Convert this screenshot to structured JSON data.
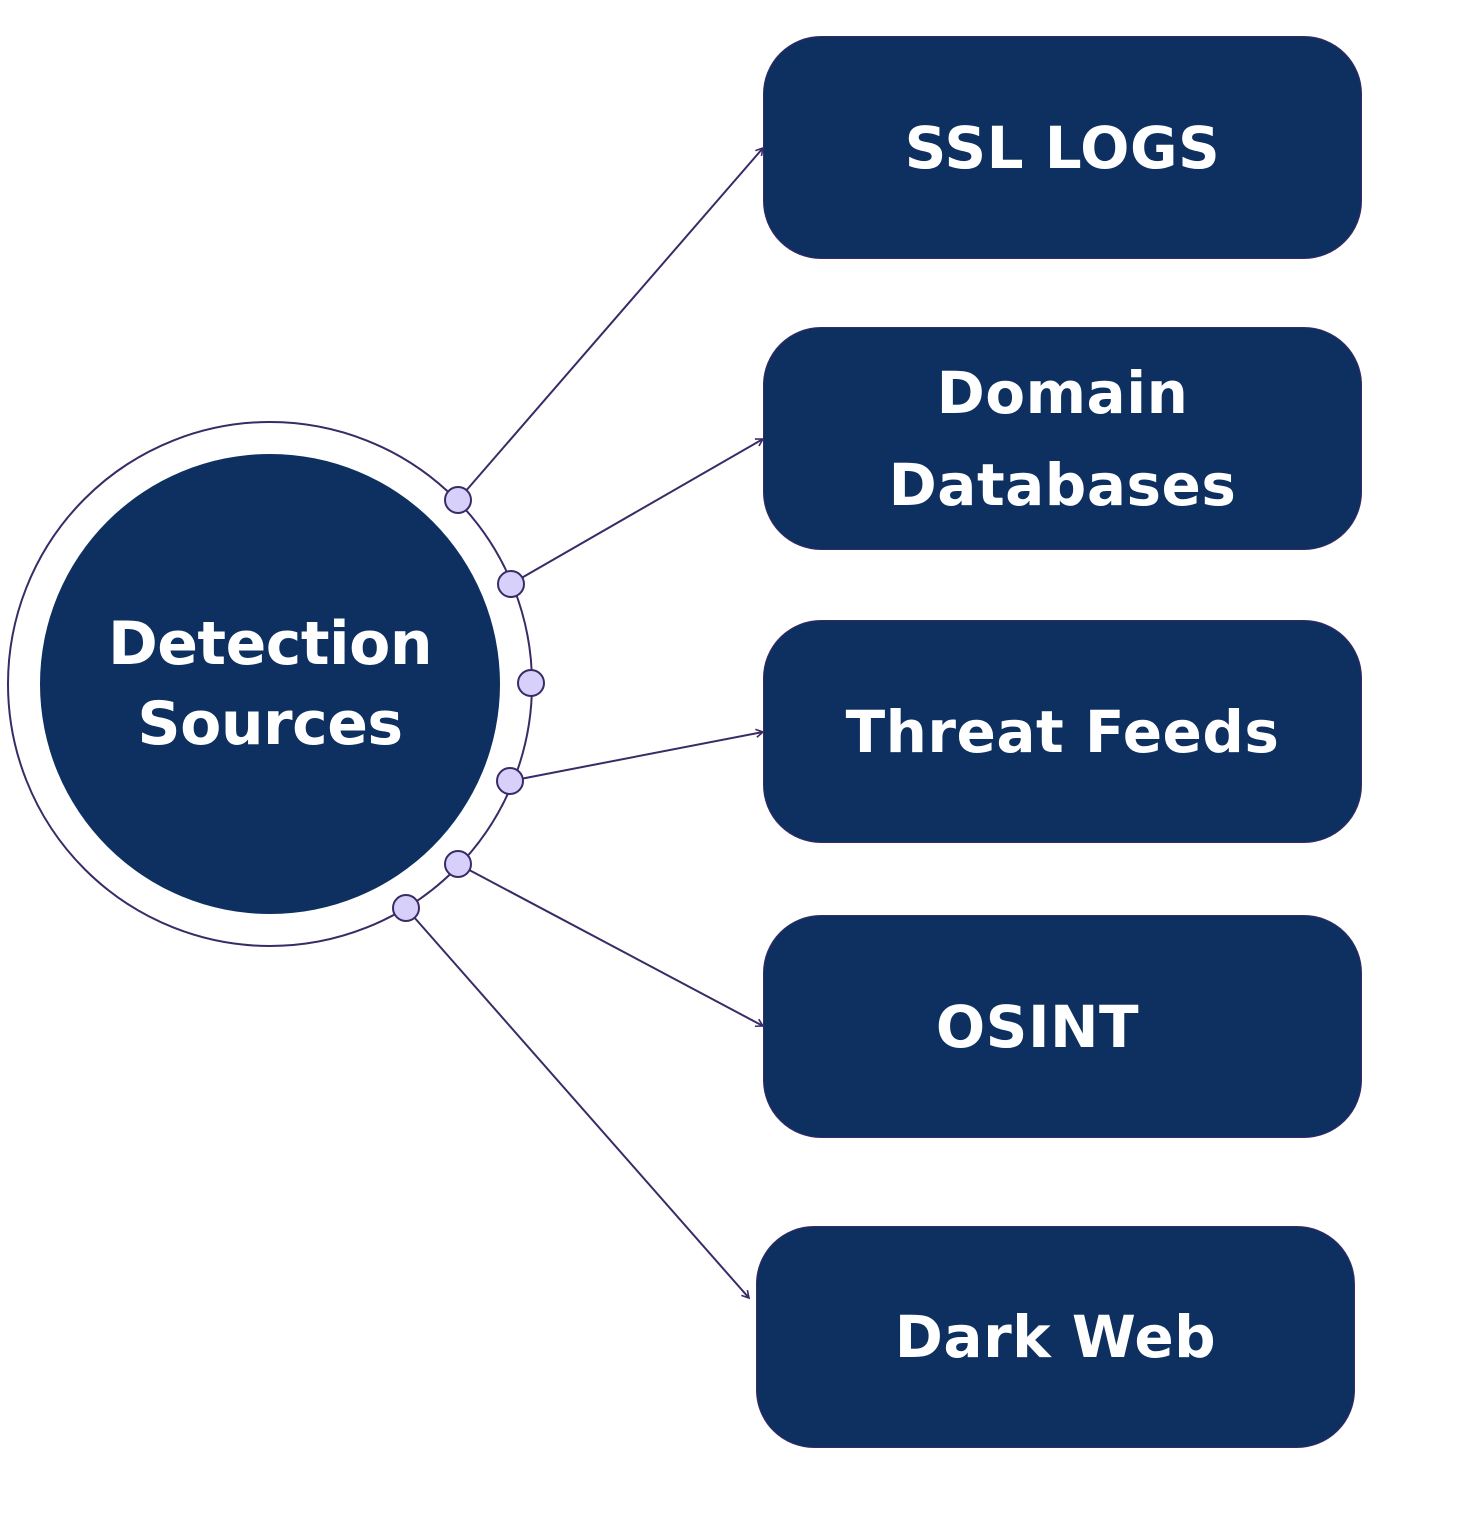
{
  "hub": {
    "line1": "Detection",
    "line2": "Sources"
  },
  "sources": [
    {
      "label": "SSL LOGS"
    },
    {
      "label_line1": "Domain",
      "label_line2": "Databases"
    },
    {
      "label": "Threat Feeds"
    },
    {
      "label": "OSINT"
    },
    {
      "label": "Dark Web"
    }
  ],
  "colors": {
    "box_fill": "#0e3060",
    "text": "#ffffff",
    "connector_stroke": "#3a2a66",
    "node_fill": "#d6d0fb"
  }
}
